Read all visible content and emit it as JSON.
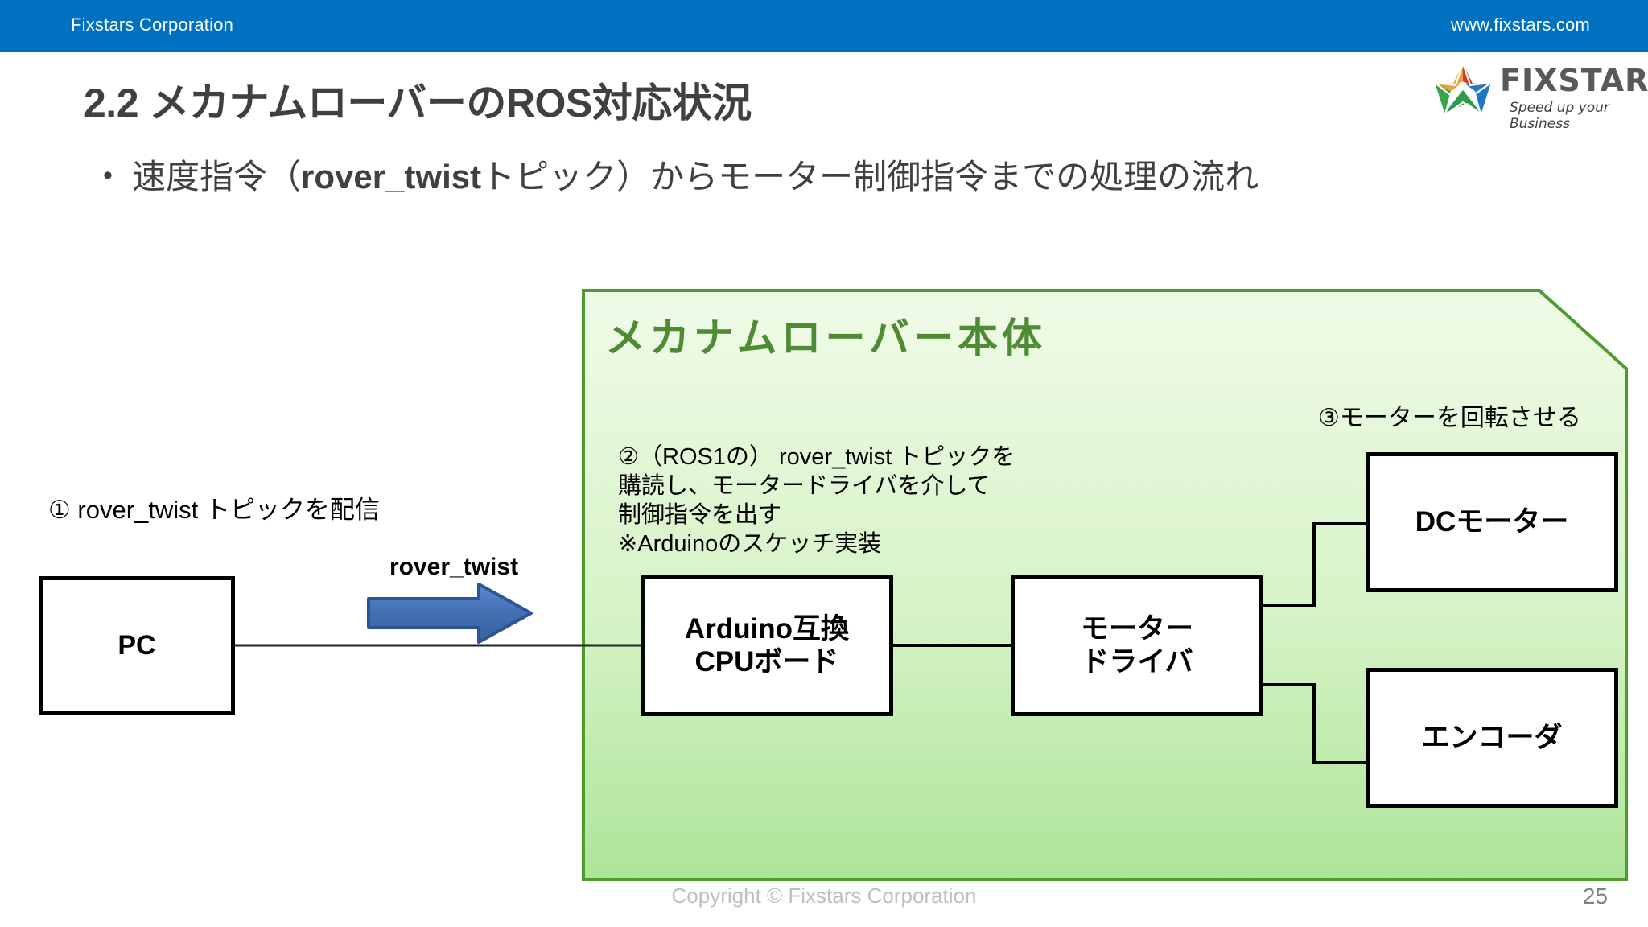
{
  "header": {
    "company": "Fixstars Corporation",
    "website": "www.fixstars.com",
    "bar_color": "#0070C0"
  },
  "logo": {
    "wordmark": "FIXSTARS",
    "registered_mark": "®",
    "tagline": "Speed up your Business",
    "star_colors": [
      "#E8A33D",
      "#E03127",
      "#1F78C1",
      "#1E9B4B",
      "#7CBB42"
    ]
  },
  "slide": {
    "title": "2.2 メカナムローバーのROS対応状況",
    "bullet_marker": "•",
    "bullet_prefix": "速度指令（",
    "bullet_bold": "rover_twist",
    "bullet_suffix": "トピック）からモーター制御指令までの処理の流れ",
    "page_number": "25",
    "copyright": "Copyright © Fixstars Corporation"
  },
  "diagram": {
    "region_title": "メカナムローバー本体",
    "region_fill_top": "#EFFAE6",
    "region_fill_bottom": "#AEE49A",
    "region_border": "#4E9B2E",
    "arrow_label": "rover_twist",
    "arrow_fill": "#4472B4",
    "arrow_border": "#2F5496",
    "annotations": {
      "step1": "① rover_twist トピックを配信",
      "step2_line1": "②（ROS1の） rover_twist トピックを",
      "step2_line2": "購読し、モータードライバを介して",
      "step2_line3": "制御指令を出す",
      "step2_line4": "※Arduinoのスケッチ実装",
      "step3": "③モーターを回転させる"
    },
    "nodes": {
      "pc": "PC",
      "arduino_line1": "Arduino互換",
      "arduino_line2": "CPUボード",
      "driver_line1": "モーター",
      "driver_line2": "ドライバ",
      "dcmotor": "DCモーター",
      "encoder": "エンコーダ"
    }
  }
}
